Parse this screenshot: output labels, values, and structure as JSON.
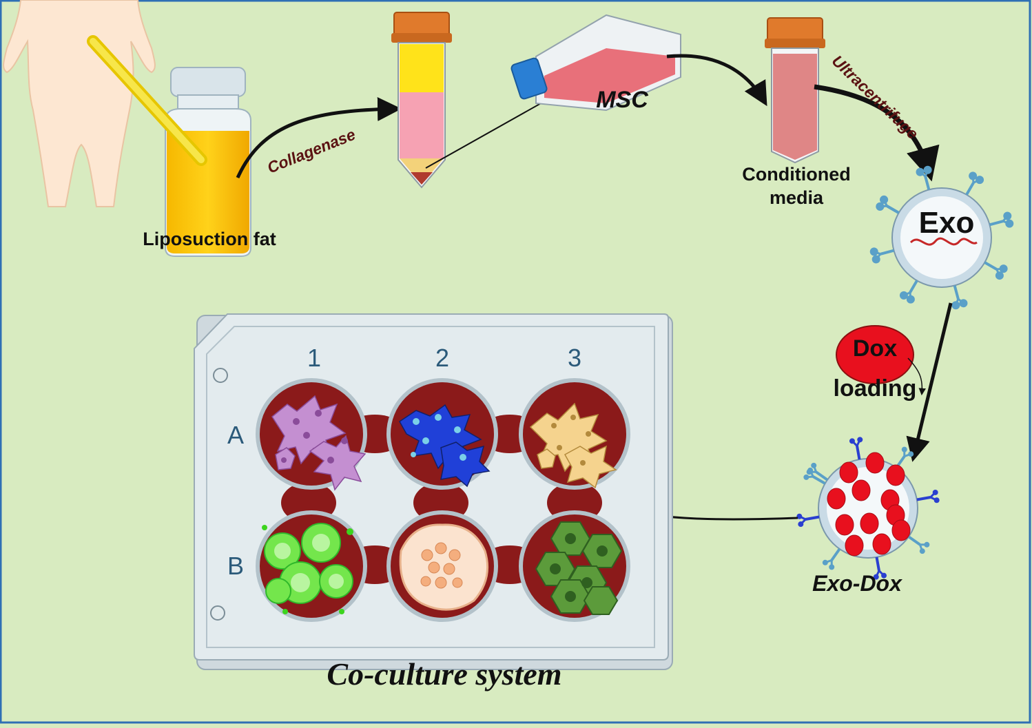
{
  "labels": {
    "liposuction": "Liposuction fat",
    "collagenase": "Collagenase",
    "msc": "MSC",
    "conditioned_line1": "Conditioned",
    "conditioned_line2": "media",
    "ultracentrifuge": "Ultracentrifuge",
    "exo": "Exo",
    "dox": "Dox",
    "loading": "loading",
    "exo_dox": "Exo-Dox",
    "coculture": "Co-culture system"
  },
  "plate": {
    "columns": [
      "1",
      "2",
      "3"
    ],
    "rows": [
      "A",
      "B"
    ]
  },
  "colors": {
    "background": "#d8ebc0",
    "border": "#2f6fb4",
    "fat": "#f7b500",
    "well": "#8b1a1a",
    "dox": "#e8101e",
    "exo_membrane": "#c9dbe6",
    "receptor": "#5aa0c8"
  },
  "icons": [
    "human-body-icon",
    "vial-icon",
    "cannula-icon",
    "centrifuge-tube-icon",
    "culture-flask-icon",
    "exosome-icon",
    "dox-droplet-icon",
    "well-plate-icon"
  ]
}
